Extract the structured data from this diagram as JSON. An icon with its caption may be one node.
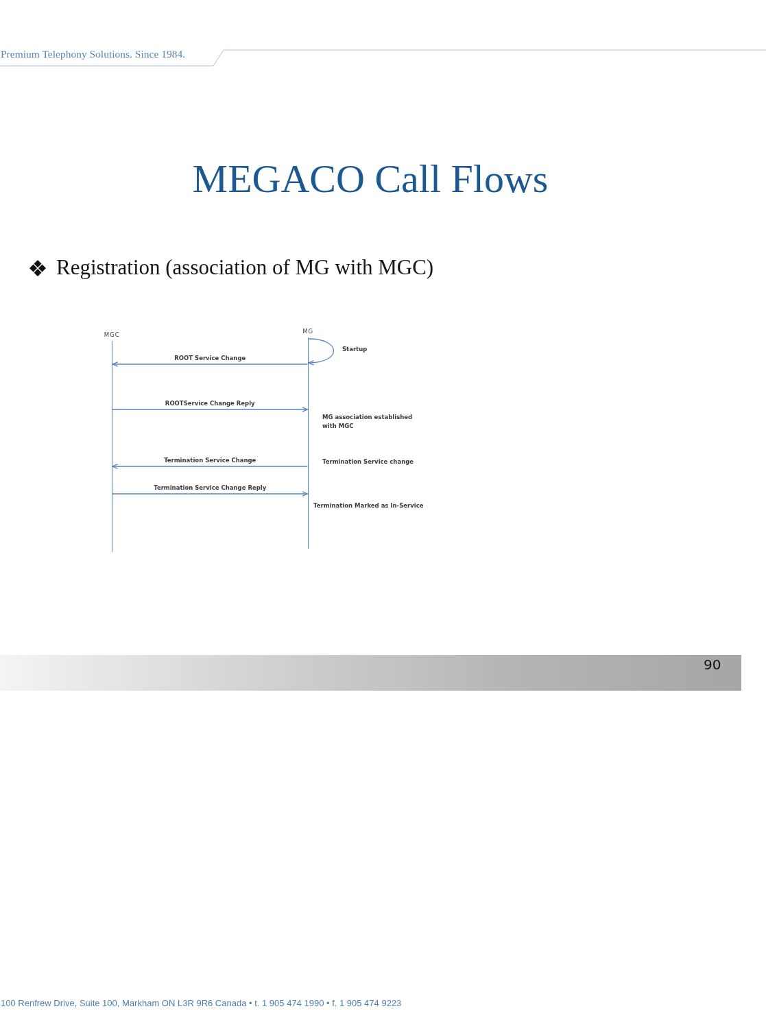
{
  "diagram": {
    "title": "MEGACO Call Flows",
    "nodes": [
      {
        "text": [
          "MGC"
        ]
      },
      {
        "text": [
          "MG"
        ]
      }
    ],
    "edges": [
      {
        "from": 1,
        "to": 1,
        "arrow": "to",
        "label": "Startup"
      },
      {
        "from": 1,
        "to": 0,
        "arrow": "to",
        "label": "ROOT Service Change"
      },
      {
        "from": 0,
        "to": 1,
        "arrow": "to",
        "label": "ROOTService Change Reply"
      },
      {
        "from": 1,
        "to": 0,
        "arrow": "to",
        "label": "Termination Service Change"
      },
      {
        "from": 0,
        "to": 1,
        "arrow": "to",
        "label": "Termination Service Change Reply"
      }
    ],
    "labels": [
      "Premium Telephony Solutions. Since 1984.",
      "Registration (association of MG with MGC)",
      "MG association established with MGC",
      "Termination Service change",
      "Termination Marked as In-Service",
      "90",
      "100 Renfrew Drive, Suite 100, Markham ON L3R 9R6 Canada • t. 1 905 474 1990 • f. 1 905 474 9223"
    ]
  }
}
